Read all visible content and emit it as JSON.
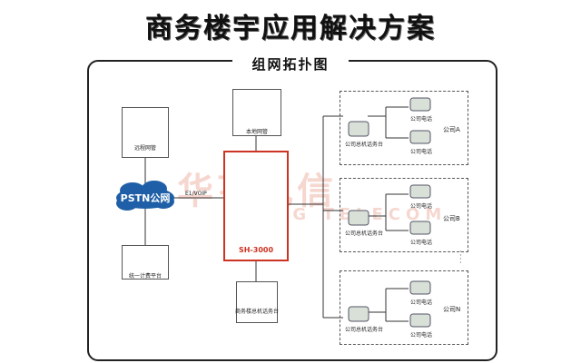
{
  "title": "商务楼宇应用解决方案",
  "subtitle": "组网拓扑图",
  "nodes": {
    "remote": "远程网管",
    "pstn": "PSTN公网",
    "billing": "统一计费平台",
    "local": "本地网管",
    "server": "SH-3000",
    "console": "商务楼总机话务台",
    "link": "E1/VOIP"
  },
  "groups": [
    {
      "name": "公司A",
      "console": "公司总机话务台",
      "phone1": "公司电话",
      "phone2": "公司电话"
    },
    {
      "name": "公司B",
      "console": "公司总机话务台",
      "phone1": "公司电话",
      "phone2": "公司电话"
    },
    {
      "name": "公司N",
      "console": "公司总机话务台",
      "phone1": "公司电话",
      "phone2": "公司电话"
    }
  ],
  "watermark": {
    "cn": "华亨电信",
    "en": "HENG TELECOM"
  },
  "colors": {
    "accent": "#cc3322",
    "line": "#333333",
    "cloud": "#1f5fa8"
  }
}
